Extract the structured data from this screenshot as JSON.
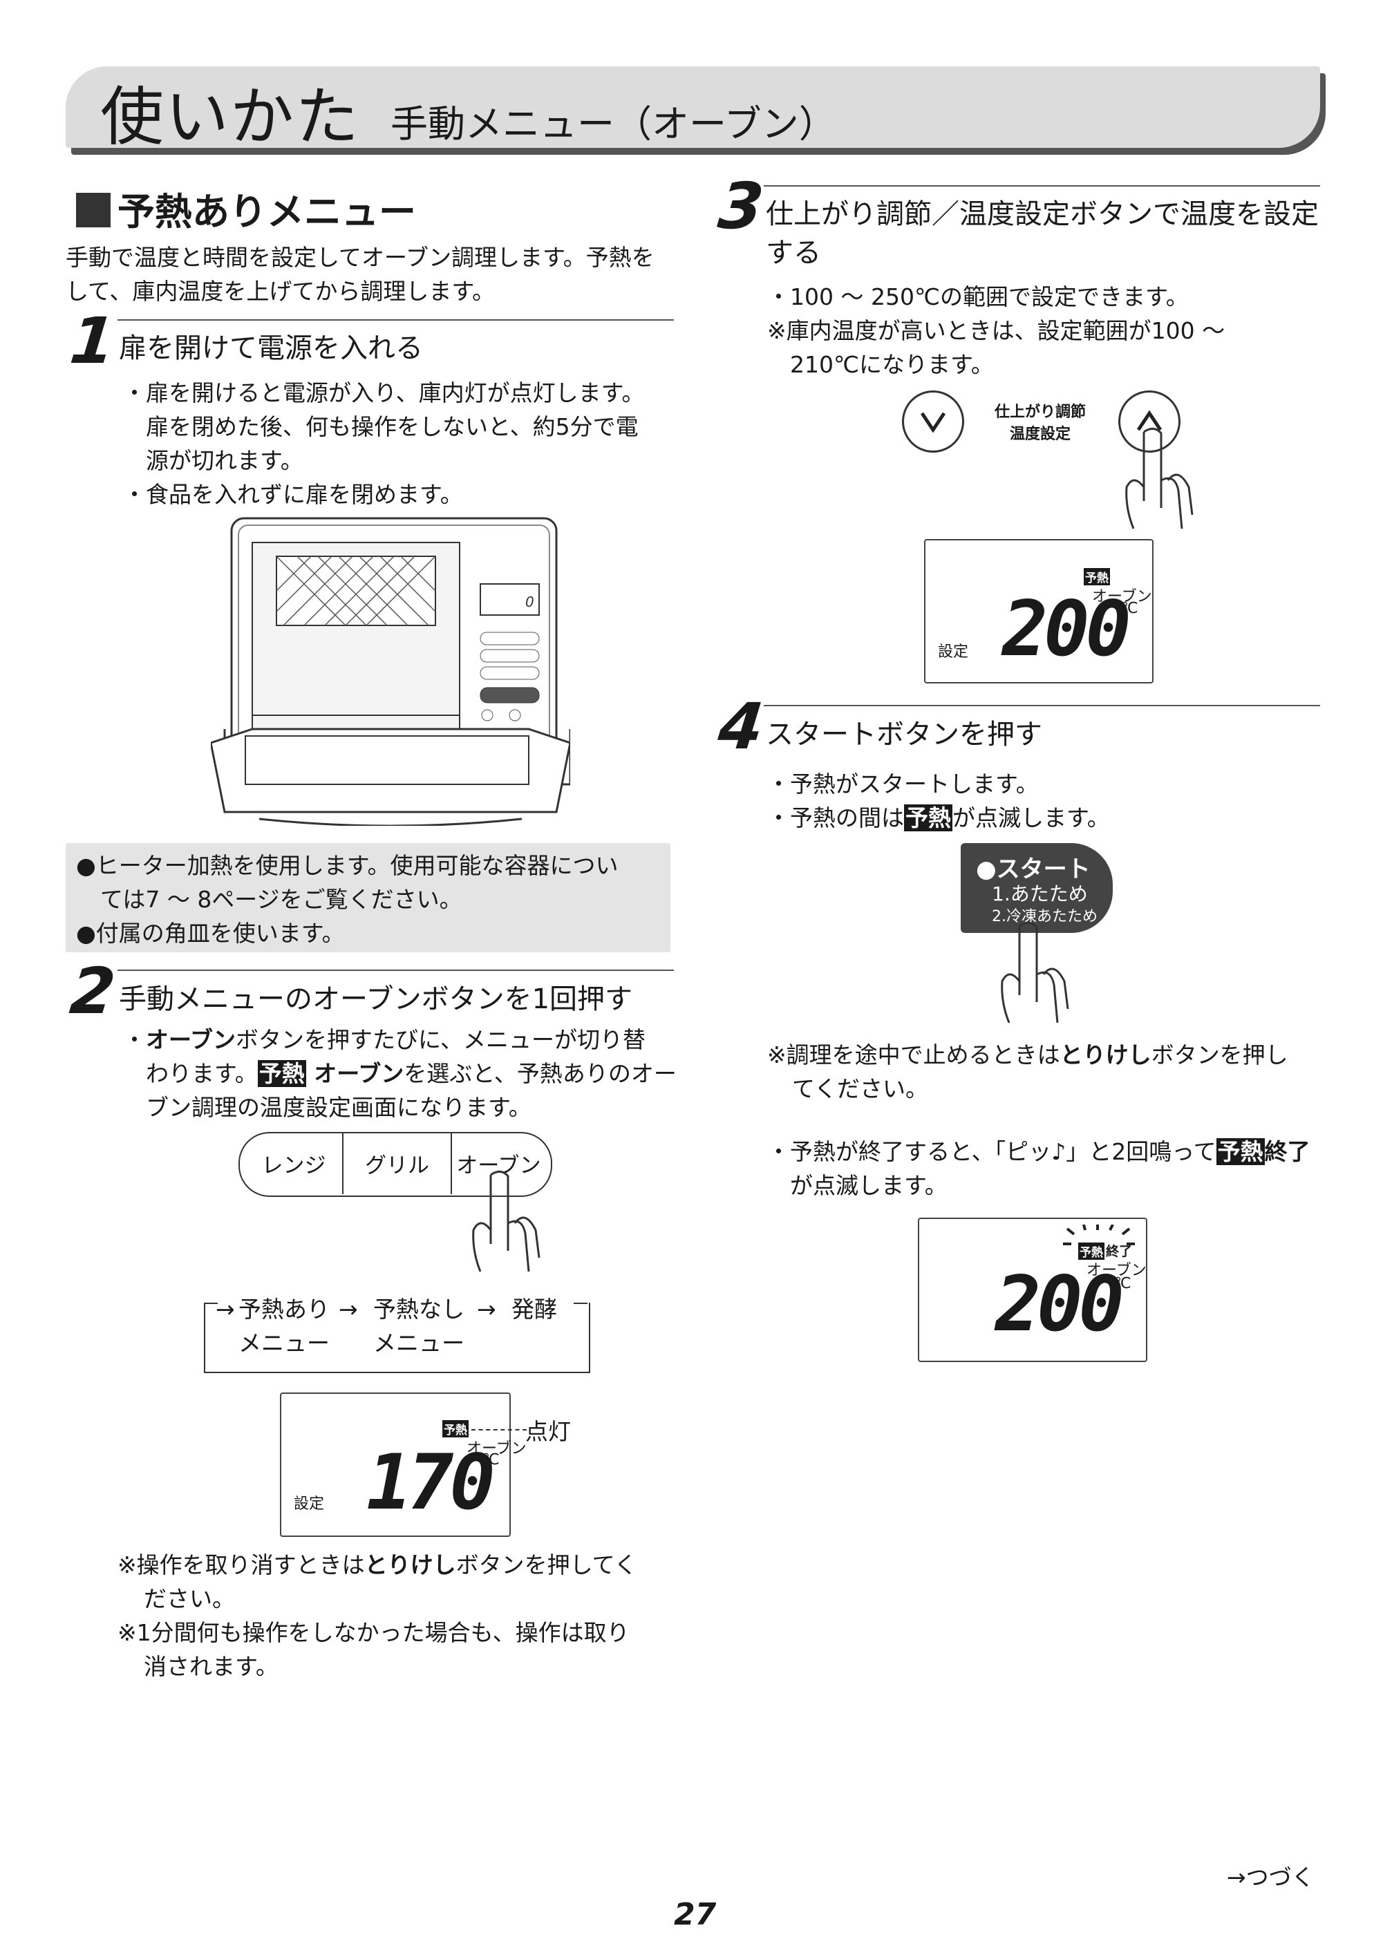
{
  "header": {
    "title": "使いかた",
    "subtitle": "手動メニュー（オーブン）"
  },
  "section": {
    "title": "予熱ありメニュー",
    "intro_1": "手動で温度と時間を設定してオーブン調理します。予熱を",
    "intro_2": "して、庫内温度を上げてから調理します。"
  },
  "step1": {
    "num": "1",
    "title": "扉を開けて電源を入れる",
    "b1_1": "・扉を開けると電源が入り、庫内灯が点灯します。",
    "b1_2": "扉を閉めた後、何も操作をしないと、約5分で電",
    "b1_3": "源が切れます。",
    "b2": "・食品を入れずに扉を閉めます。"
  },
  "notes": {
    "n1_1": "●ヒーター加熱を使用します。使用可能な容器につい",
    "n1_2": "ては7 ～ 8ページをご覧ください。",
    "n2": "●付属の角皿を使います。"
  },
  "microwave_display": "0",
  "step2": {
    "num": "2",
    "title": "手動メニューのオーブンボタンを1回押す",
    "b1_a": "・",
    "b1_bold": "オーブン",
    "b1_b": "ボタンを押すたびに、メニューが切り替",
    "b2_a": "わります。",
    "b2_badge": "予熱",
    "b2_bold": " オーブン",
    "b2_b": "を選ぶと、予熱ありのオー",
    "b3": "ブン調理の温度設定画面になります。",
    "menu": [
      "レンジ",
      "グリル",
      "オーブン"
    ],
    "cycle_1": "予熱あり",
    "cycle_1b": "メニュー",
    "cycle_2": "予熱なし",
    "cycle_2b": "メニュー",
    "cycle_3": "発酵",
    "arrow": "→",
    "lcd_badge": "予熱",
    "lcd_mode": "オーブン",
    "lcd_temp": "170",
    "lcd_unit": "℃",
    "lcd_set": "設定",
    "lcd_callout": "点灯",
    "note1_a": "※操作を取り消すときは",
    "note1_bold": "とりけし",
    "note1_b": "ボタンを押してく",
    "note1_c": "ださい。",
    "note2_a": "※1分間何も操作をしなかった場合も、操作は取り",
    "note2_b": "消されます。"
  },
  "step3": {
    "num": "3",
    "title_1": "仕上がり調節／温度設定ボタンで温度を設定",
    "title_2": "する",
    "b1": "・100 ～ 250℃の範囲で設定できます。",
    "b2_1": "※庫内温度が高いときは、設定範囲が100 ～",
    "b2_2": "210℃になります。",
    "btn_label_1": "仕上がり調節",
    "btn_label_2": "温度設定",
    "lcd_badge": "予熱",
    "lcd_mode": "オーブン",
    "lcd_temp": "200",
    "lcd_unit": "℃",
    "lcd_set": "設定"
  },
  "step4": {
    "num": "4",
    "title": "スタートボタンを押す",
    "b1": "・予熱がスタートします。",
    "b2_a": "・予熱の間は",
    "b2_badge": "予熱",
    "b2_b": "が点滅します。",
    "start_1": "●スタート",
    "start_2": "1.あたため",
    "start_3": "2.冷凍あたため",
    "note_a": "※調理を途中で止めるときは",
    "note_bold": "とりけし",
    "note_b": "ボタンを押し",
    "note_c": "てください。",
    "b3_a": "・予熱が終了すると、「ピッ♪」と2回鳴って",
    "b3_badge": "予熱",
    "b3_bold": "終了",
    "b3_b": "が点滅します。",
    "lcd_badge": "予熱",
    "lcd_badge2": "終了",
    "lcd_mode": "オーブン",
    "lcd_temp": "200",
    "lcd_unit": "℃"
  },
  "footer": {
    "continue": "→つづく",
    "page": "27"
  }
}
